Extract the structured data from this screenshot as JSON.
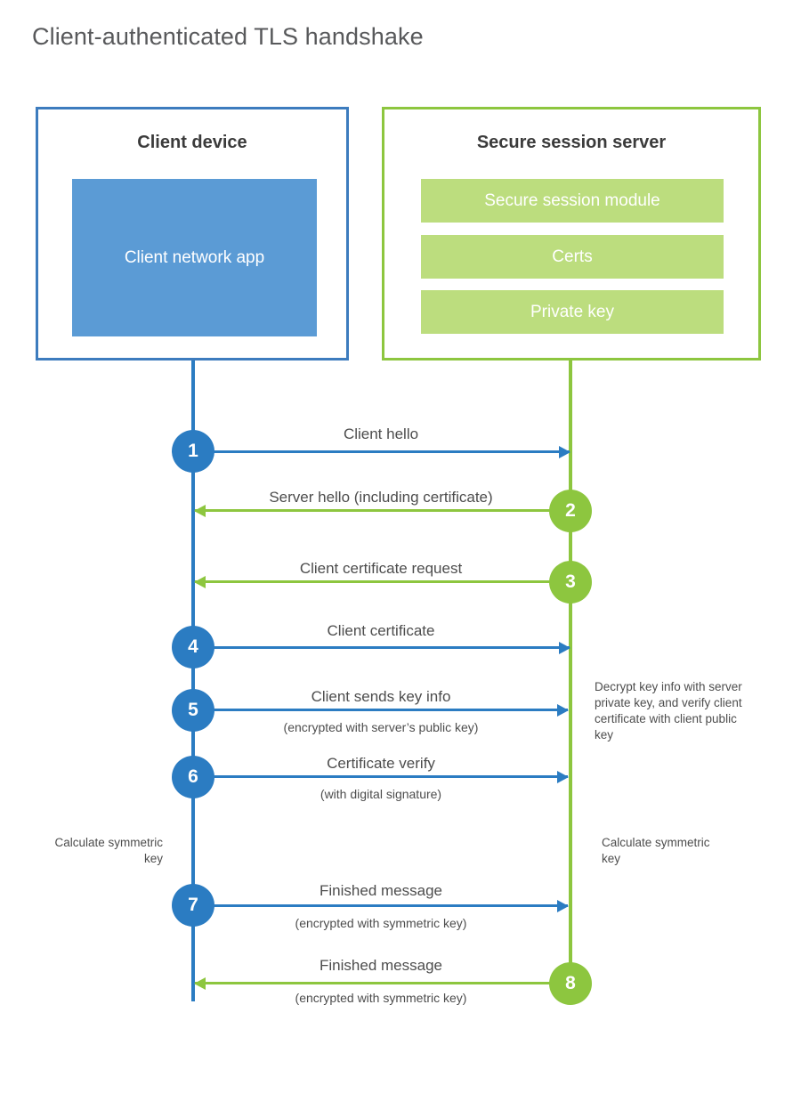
{
  "title": "Client-authenticated TLS handshake",
  "colors": {
    "blue_border": "#3d7cbe",
    "blue_line": "#2b7cc2",
    "blue_fill": "#5b9bd5",
    "green_border": "#8dc63f",
    "green_line": "#8dc63f",
    "green_fill": "#bcdd7e",
    "text": "#4d4d4d",
    "title_text": "#58595b"
  },
  "client": {
    "title": "Client device",
    "app_label": "Client network app"
  },
  "server": {
    "title": "Secure session server",
    "components": [
      {
        "label": "Secure session module"
      },
      {
        "label": "Certs"
      },
      {
        "label": "Private key"
      }
    ]
  },
  "steps": [
    {
      "number": "1",
      "label": "Client hello",
      "sublabel": "",
      "direction": "client-to-server",
      "color": "blue"
    },
    {
      "number": "2",
      "label": "Server hello (including certificate)",
      "sublabel": "",
      "direction": "server-to-client",
      "color": "green"
    },
    {
      "number": "3",
      "label": "Client certificate request",
      "sublabel": "",
      "direction": "server-to-client",
      "color": "green"
    },
    {
      "number": "4",
      "label": "Client certificate",
      "sublabel": "",
      "direction": "client-to-server",
      "color": "blue"
    },
    {
      "number": "5",
      "label": "Client sends key info",
      "sublabel": "(encrypted with server’s public key)",
      "direction": "client-to-server",
      "color": "blue"
    },
    {
      "number": "6",
      "label": "Certificate verify",
      "sublabel": "(with digital signature)",
      "direction": "client-to-server",
      "color": "blue"
    },
    {
      "number": "7",
      "label": "Finished message",
      "sublabel": "(encrypted with symmetric key)",
      "direction": "client-to-server",
      "color": "blue"
    },
    {
      "number": "8",
      "label": "Finished message",
      "sublabel": "(encrypted with symmetric key)",
      "direction": "server-to-client",
      "color": "green"
    }
  ],
  "notes": {
    "server_decrypt": "Decrypt key info with server private key, and verify client certificate with client public key",
    "client_calculate": "Calculate symmetric key",
    "server_calculate": "Calculate symmetric key"
  }
}
